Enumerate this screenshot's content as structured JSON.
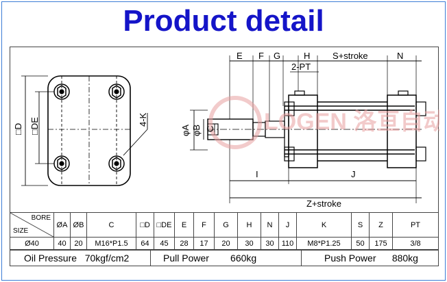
{
  "title": "Product detail",
  "watermark": "LOGEN 洛亘自动化",
  "drawing_labels": {
    "E": "E",
    "F": "F",
    "G": "G",
    "H": "H",
    "S_stroke": "S+stroke",
    "N": "N",
    "PT": "2-PT",
    "D": "□D",
    "DE": "□DE",
    "K": "4-K",
    "phiA": "φA",
    "phiB": "φB",
    "C": "C",
    "I": "I",
    "J": "J",
    "Z_stroke": "Z+stroke"
  },
  "table": {
    "bore_label": "BORE",
    "size_label": "SIZE",
    "headers": [
      "ØA",
      "ØB",
      "C",
      "□D",
      "□DE",
      "E",
      "F",
      "G",
      "H",
      "N",
      "J",
      "K",
      "S",
      "Z",
      "PT"
    ],
    "row": [
      "Ø40",
      "40",
      "20",
      "M16*P1.5",
      "64",
      "45",
      "28",
      "17",
      "20",
      "30",
      "30",
      "110",
      "M8*P1.25",
      "50",
      "175",
      "3/8"
    ]
  },
  "specs": {
    "oil_pressure": "Oil Pressure   70kgf/cm2",
    "pull_power": "Pull Power        660kg",
    "push_power": "Push Power      880kg"
  },
  "colors": {
    "title": "#1414c8",
    "watermark": "#e8a0a0",
    "frame": "#3a7bd5"
  }
}
